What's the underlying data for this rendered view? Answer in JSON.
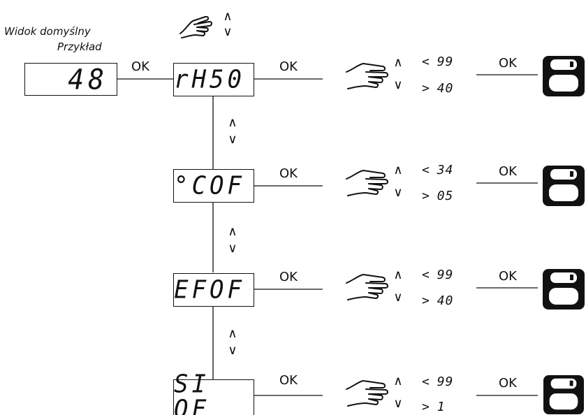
{
  "header": {
    "default_view_label": "Widok domyślny",
    "example_label": "Przykład"
  },
  "default_display": {
    "value": "48"
  },
  "ok_label": "OK",
  "nav_arrows": {
    "up": "∧",
    "down": "∨"
  },
  "menus": [
    {
      "code": "rH50",
      "max_prefix": "<",
      "max": "99",
      "min_prefix": ">",
      "min": "40"
    },
    {
      "code": "°COF",
      "max_prefix": "<",
      "max": "34",
      "min_prefix": ">",
      "min": "05"
    },
    {
      "code": "EFOF",
      "max_prefix": "<",
      "max": "99",
      "min_prefix": ">",
      "min": "40"
    },
    {
      "code": "SI OF",
      "max_prefix": "<",
      "max": "99",
      "min_prefix": ">",
      "min": "1"
    }
  ],
  "icons": {
    "hand": "pointing-hand-icon",
    "save": "floppy-disk-save-icon"
  }
}
